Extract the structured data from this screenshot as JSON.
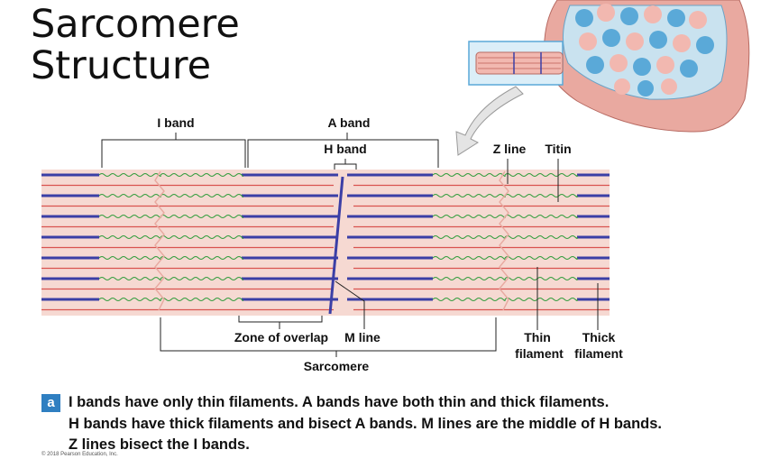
{
  "title": {
    "line1": "Sarcomere",
    "line2": "Structure"
  },
  "labels": {
    "i_band": "I band",
    "a_band": "A band",
    "h_band": "H band",
    "z_line": "Z line",
    "titin": "Titin",
    "zone_of_overlap": "Zone of overlap",
    "m_line": "M line",
    "sarcomere": "Sarcomere",
    "thin_filament_1": "Thin",
    "thin_filament_2": "filament",
    "thick_filament_1": "Thick",
    "thick_filament_2": "filament"
  },
  "caption": {
    "badge": "a",
    "line1": "I bands have only thin filaments. A bands have both thin and thick filaments.",
    "line2": "H bands have thick filaments and bisect A bands. M lines are the middle of H bands.",
    "line3": "Z lines bisect the I bands."
  },
  "copyright": "© 2018 Pearson Education, Inc.",
  "colors": {
    "thick_filament": "#3b3fa6",
    "thin_filament": "#d9534f",
    "titin": "#2e9c3a",
    "band_background": "#f6d9d2",
    "muscle_tissue": "#e9a9a0",
    "fiber_blue": "#5aa9d8"
  }
}
